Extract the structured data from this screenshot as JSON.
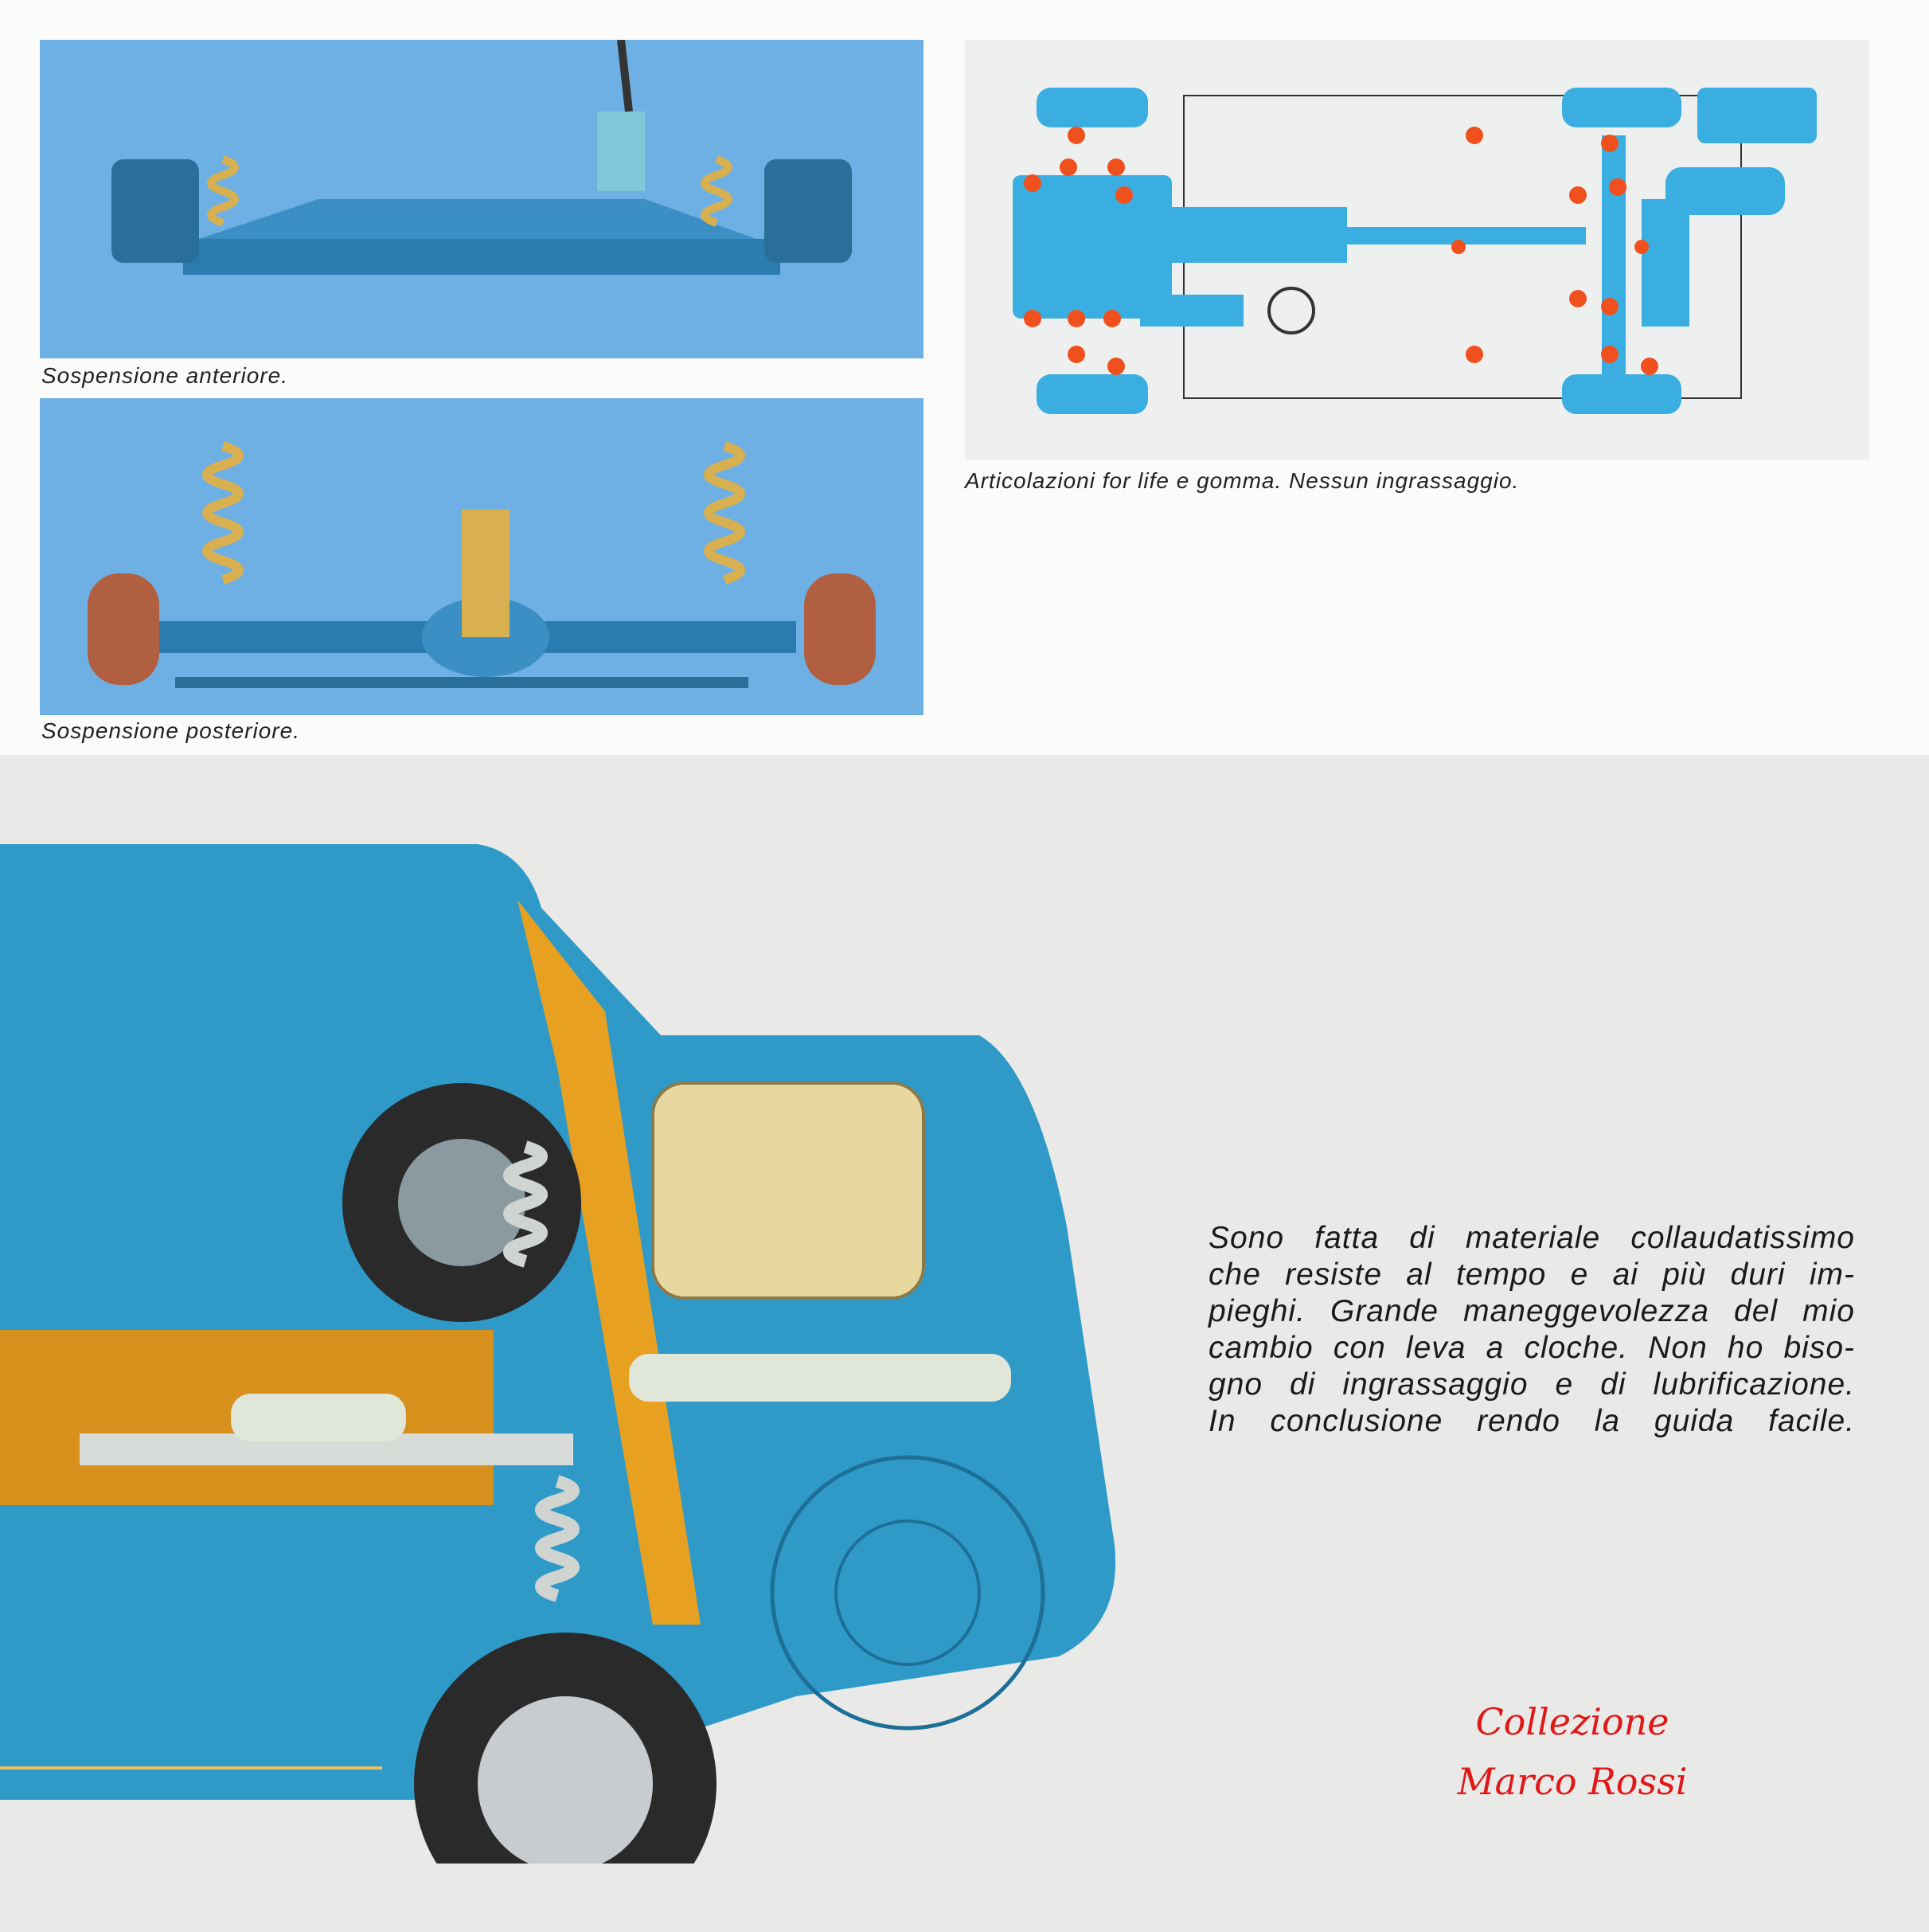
{
  "figures": {
    "front_suspension": {
      "caption": "Sospensione anteriore."
    },
    "rear_suspension": {
      "caption": "Sospensione posteriore."
    },
    "chassis_diagram": {
      "caption": "Articolazioni for life e gomma. Nessun ingrassaggio."
    }
  },
  "body_text": {
    "lines": [
      "Sono fatta di materiale collaudatissimo",
      "che resiste al tempo e ai più duri im-",
      "pieghi. Grande maneggevolezza del mio",
      "cambio con leva a cloche. Non ho biso-",
      "gno di ingrassaggio e di lubrificazione.",
      "In conclusione rendo la guida facile."
    ]
  },
  "watermark": {
    "line1": "Collezione",
    "line2": "Marco Rossi"
  },
  "colors": {
    "car_blue": "#2f9ac8",
    "sky_blue": "#6fb0e4",
    "grease_point": "#f0501e",
    "watermark": "#e01818"
  }
}
